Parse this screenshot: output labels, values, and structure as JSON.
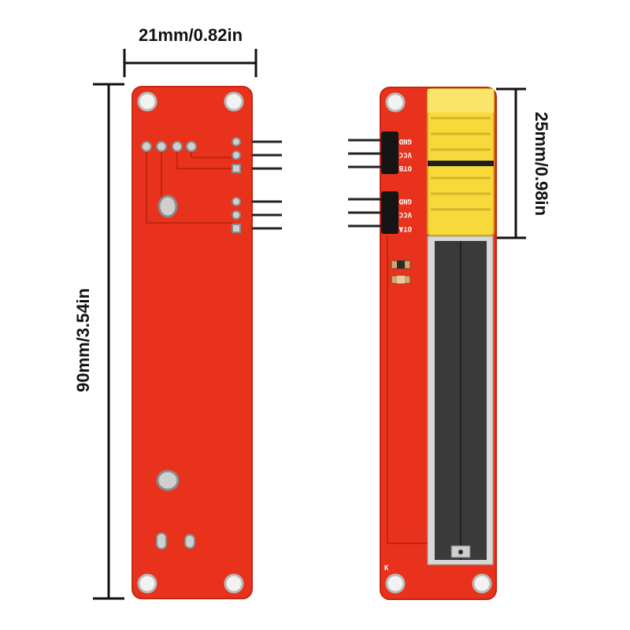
{
  "dimensions": {
    "width_label": "21mm/0.82in",
    "height_label": "90mm/3.54in",
    "knob_label": "25mm/0.98in"
  },
  "pin_labels": {
    "group_b": [
      "GND",
      "VCC",
      "OTB"
    ],
    "group_a": [
      "GND",
      "VCC",
      "OTA"
    ],
    "marker": "K"
  },
  "colors": {
    "pcb": "#e8321c",
    "pcb_edge": "#c42814",
    "knob": "#f7d93a",
    "track": "#3a3a3a",
    "pin": "#222222",
    "dimension": "#111111"
  },
  "icons": {
    "mount_hole": "circle",
    "solder_pad": "circle-pad",
    "header_pin": "bar"
  }
}
